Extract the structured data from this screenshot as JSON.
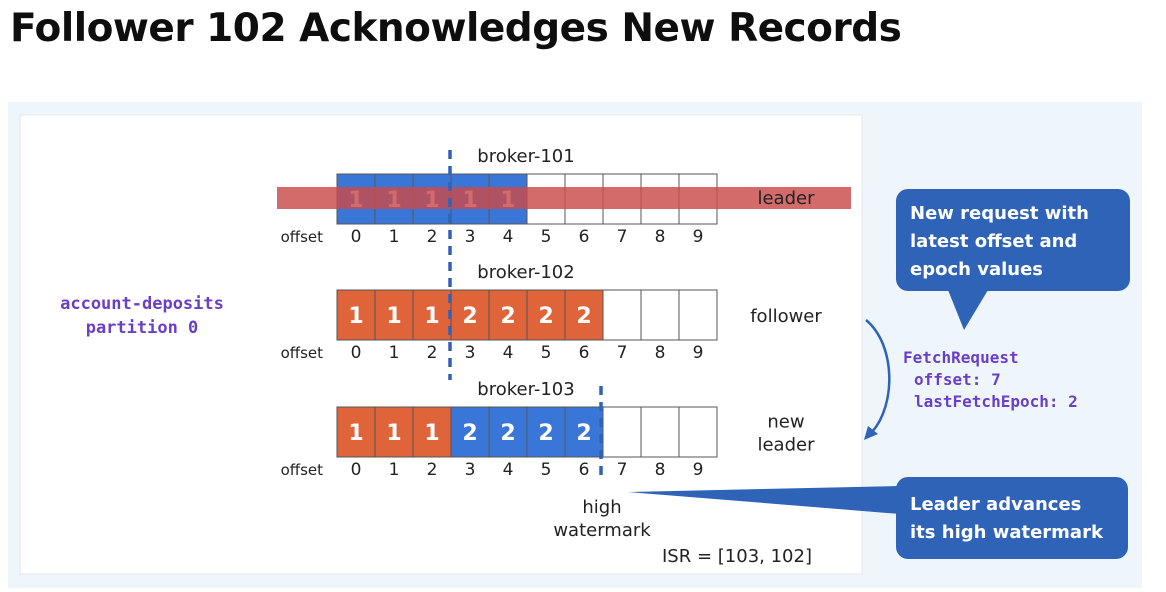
{
  "title": "Follower 102 Acknowledges New Records",
  "colors": {
    "blue": "#3a76d8",
    "orange": "#e0643a",
    "leader_bar": "#c94b4b",
    "purple": "#6a3fc8",
    "callout": "#2f63b8",
    "panel_bg": "#eef6fc"
  },
  "partition": {
    "line1": "account-deposits",
    "line2": "partition 0"
  },
  "offset_label": "offset",
  "offsets": [
    "0",
    "1",
    "2",
    "3",
    "4",
    "5",
    "6",
    "7",
    "8",
    "9"
  ],
  "brokers": [
    {
      "name": "broker-101",
      "role_lines": [
        "leader"
      ],
      "cells": [
        {
          "value": "1",
          "color": "blue"
        },
        {
          "value": "1",
          "color": "blue"
        },
        {
          "value": "1",
          "color": "blue"
        },
        {
          "value": "1",
          "color": "blue"
        },
        {
          "value": "1",
          "color": "blue"
        },
        {
          "value": "",
          "color": "empty"
        },
        {
          "value": "",
          "color": "empty"
        },
        {
          "value": "",
          "color": "empty"
        },
        {
          "value": "",
          "color": "empty"
        },
        {
          "value": "",
          "color": "empty"
        }
      ]
    },
    {
      "name": "broker-102",
      "role_lines": [
        "follower"
      ],
      "cells": [
        {
          "value": "1",
          "color": "orange"
        },
        {
          "value": "1",
          "color": "orange"
        },
        {
          "value": "1",
          "color": "orange"
        },
        {
          "value": "2",
          "color": "orange"
        },
        {
          "value": "2",
          "color": "orange"
        },
        {
          "value": "2",
          "color": "orange"
        },
        {
          "value": "2",
          "color": "orange"
        },
        {
          "value": "",
          "color": "empty"
        },
        {
          "value": "",
          "color": "empty"
        },
        {
          "value": "",
          "color": "empty"
        }
      ]
    },
    {
      "name": "broker-103",
      "role_lines": [
        "new",
        "leader"
      ],
      "cells": [
        {
          "value": "1",
          "color": "orange"
        },
        {
          "value": "1",
          "color": "orange"
        },
        {
          "value": "1",
          "color": "orange"
        },
        {
          "value": "2",
          "color": "blue"
        },
        {
          "value": "2",
          "color": "blue"
        },
        {
          "value": "2",
          "color": "blue"
        },
        {
          "value": "2",
          "color": "blue"
        },
        {
          "value": "",
          "color": "empty"
        },
        {
          "value": "",
          "color": "empty"
        },
        {
          "value": "",
          "color": "empty"
        }
      ]
    }
  ],
  "high_watermark": {
    "line1": "high",
    "line2": "watermark"
  },
  "isr": "ISR = [103, 102]",
  "fetch_request": {
    "line1": "FetchRequest",
    "line2": "offset: 7",
    "line3": "lastFetchEpoch: 2"
  },
  "callout_top": {
    "lines": [
      "New request with",
      "latest offset and",
      "epoch values"
    ]
  },
  "callout_bottom": {
    "lines": [
      "Leader advances",
      "its high watermark"
    ]
  }
}
